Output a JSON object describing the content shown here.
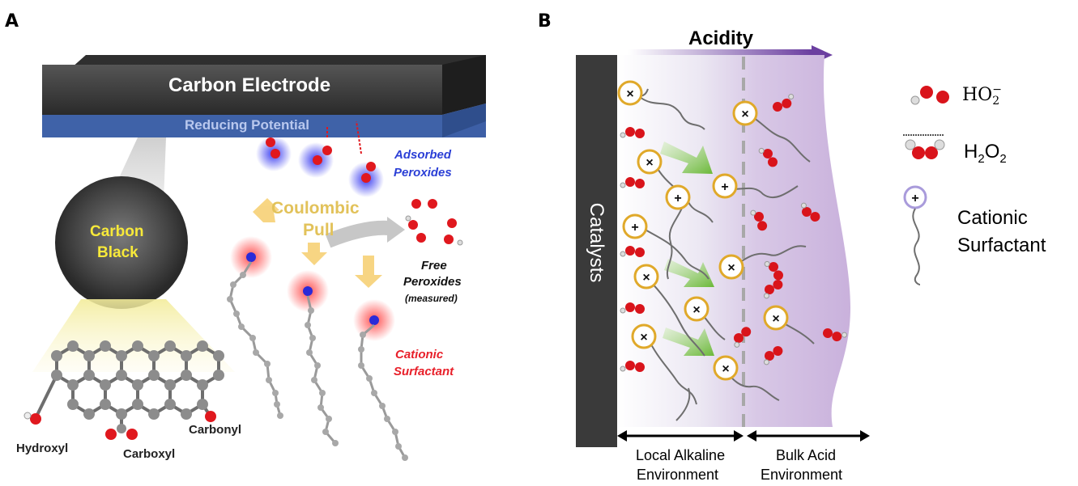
{
  "panels": {
    "a_label": "A",
    "b_label": "B"
  },
  "panel_a": {
    "electrode_title": "Carbon Electrode",
    "electrode_subtitle": "Reducing Potential",
    "carbon_black_line1": "Carbon",
    "carbon_black_line2": "Black",
    "adsorbed_line1": "Adsorbed",
    "adsorbed_line2": "Peroxides",
    "coulombic_line1": "Coulombic",
    "coulombic_line2": "Pull",
    "free_line1": "Free",
    "free_line2": "Peroxides",
    "free_line3": "(measured)",
    "cationic_line1": "Cationic",
    "cationic_line2": "Surfactant",
    "hydroxyl": "Hydroxyl",
    "carboxyl": "Carboxyl",
    "carbonyl": "Carbonyl",
    "colors": {
      "electrode_top": "#3a3a3a",
      "electrode_face": "#3d5fa6",
      "adsorbed_text": "#2b3fd6",
      "cationic_text": "#e8202a",
      "coulombic_text": "#e2c25a"
    }
  },
  "panel_b": {
    "acidity_label": "Acidity",
    "catalysts_label": "Catalysts",
    "local_line1": "Local Alkaline",
    "local_line2": "Environment",
    "bulk_line1": "Bulk Acid",
    "bulk_line2": "Environment",
    "legend": {
      "ho2_base": "HO",
      "ho2_sub": "2",
      "ho2_sup": "−",
      "h2o2_a": "H",
      "h2o2_sub1": "2",
      "h2o2_b": "O",
      "h2o2_sub2": "2",
      "surfactant_line1": "Cationic",
      "surfactant_line2": "Surfactant"
    },
    "colors": {
      "acid_purple": "#6b3fa0",
      "cation_ring": "#e0a92a",
      "oxygen_red": "#d9141b",
      "arrow_green": "#7cc242"
    }
  }
}
